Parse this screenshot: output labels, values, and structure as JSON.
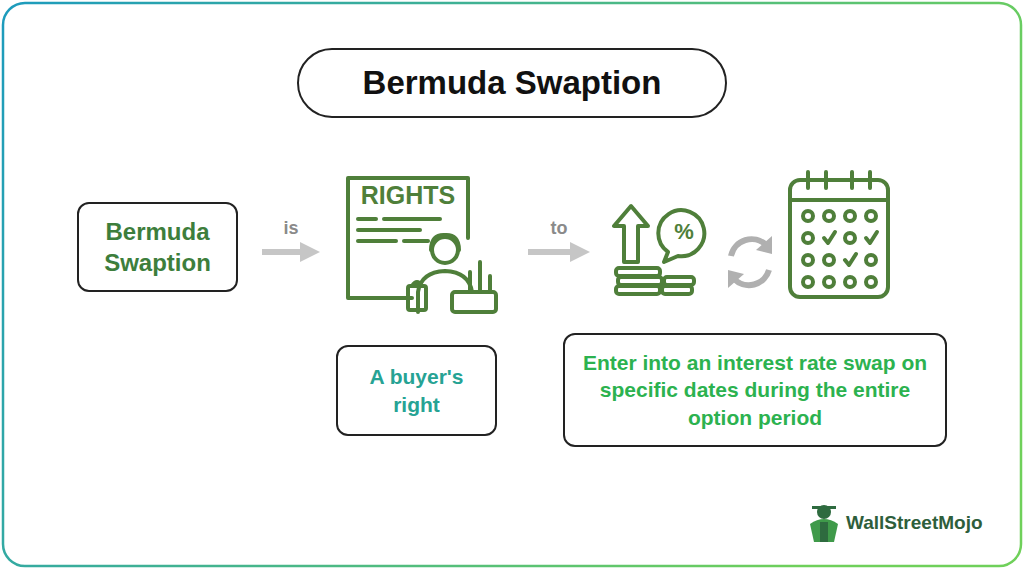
{
  "diagram": {
    "title": "Bermuda Swaption",
    "nodes": [
      {
        "text": [
          "Bermuda Swaption"
        ]
      },
      {
        "text": [
          "A buyer's right"
        ]
      },
      {
        "text": [
          "Enter into an interest rate swap on specific dates during the entire option period"
        ]
      }
    ],
    "edges": [
      {
        "from": 0,
        "to": 1,
        "label": "is",
        "arrow": "to"
      },
      {
        "from": 1,
        "to": 2,
        "label": "to",
        "arrow": "to"
      }
    ],
    "labels": [
      "RIGHTS",
      "%",
      "WallStreetMojo"
    ]
  }
}
